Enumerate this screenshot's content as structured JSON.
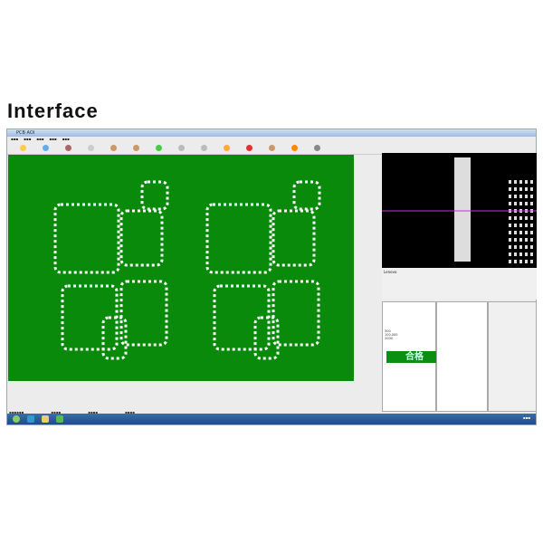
{
  "heading": "Interface",
  "window": {
    "title": "PCB AOI",
    "result": "合格"
  },
  "toolbar": {
    "count": 14
  },
  "info": {
    "model": "Lenovo",
    "values": [
      "500",
      "100.000",
      "2000"
    ]
  },
  "colors": {
    "board": "#0a8a0a",
    "pass": "#0b8f10"
  }
}
